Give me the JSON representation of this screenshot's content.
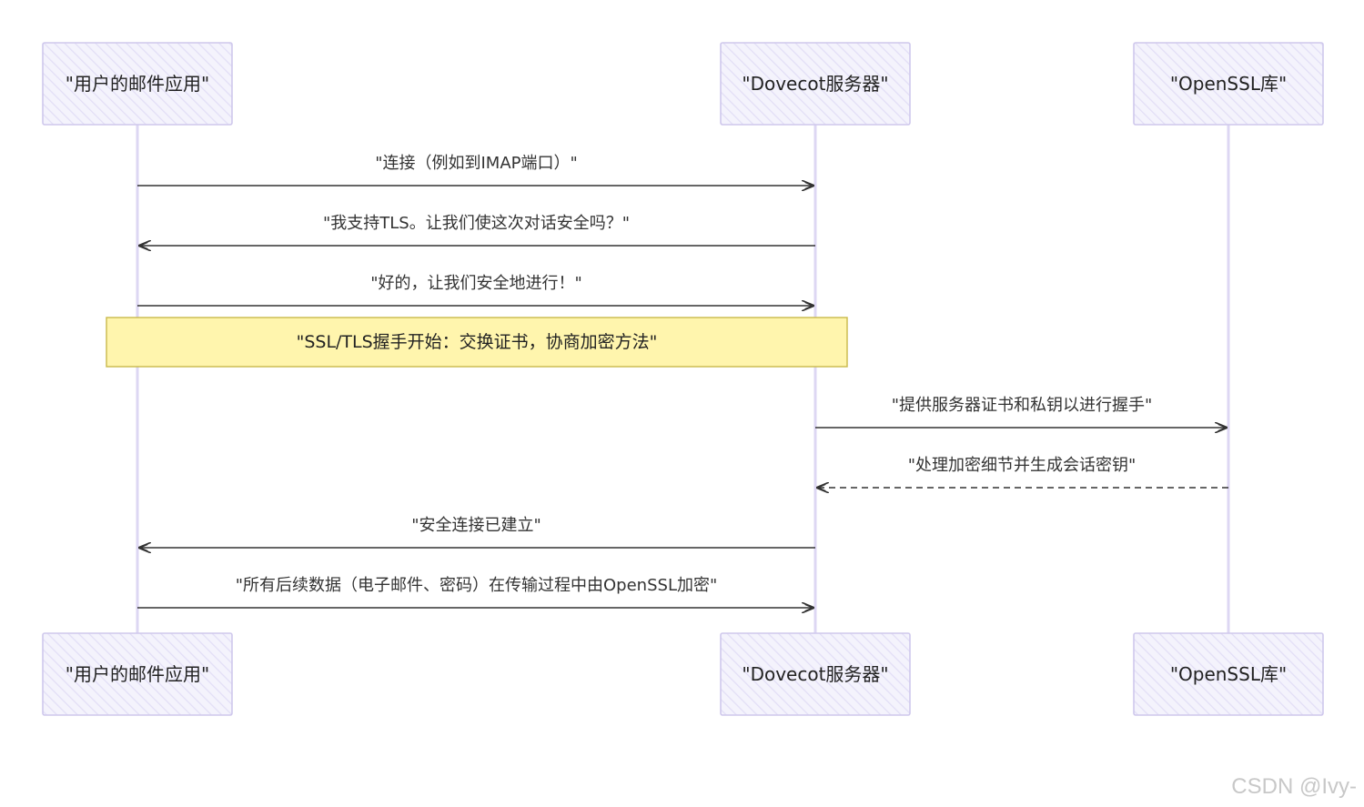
{
  "participants": [
    {
      "id": "user",
      "label": "\"用户的邮件应用\""
    },
    {
      "id": "dovecot",
      "label": "\"Dovecot服务器\""
    },
    {
      "id": "openssl",
      "label": "\"OpenSSL库\""
    }
  ],
  "messages": [
    {
      "from": "user",
      "to": "dovecot",
      "label": "\"连接（例如到IMAP端口）\"",
      "style": "solid"
    },
    {
      "from": "dovecot",
      "to": "user",
      "label": "\"我支持TLS。让我们使这次对话安全吗？\"",
      "style": "solid"
    },
    {
      "from": "user",
      "to": "dovecot",
      "label": "\"好的，让我们安全地进行！\"",
      "style": "solid"
    },
    {
      "from": "dovecot",
      "to": "openssl",
      "label": "\"提供服务器证书和私钥以进行握手\"",
      "style": "solid"
    },
    {
      "from": "openssl",
      "to": "dovecot",
      "label": "\"处理加密细节并生成会话密钥\"",
      "style": "dashed"
    },
    {
      "from": "dovecot",
      "to": "user",
      "label": "\"安全连接已建立\"",
      "style": "solid"
    },
    {
      "from": "user",
      "to": "dovecot",
      "label": "\"所有后续数据（电子邮件、密码）在传输过程中由OpenSSL加密\"",
      "style": "solid"
    }
  ],
  "note": {
    "over": [
      "user",
      "dovecot"
    ],
    "label": "\"SSL/TLS握手开始：交换证书，协商加密方法\""
  },
  "watermark": "CSDN @Ivy-",
  "colors": {
    "actor_fill": "#efeefb",
    "actor_stroke": "#cfc8ec",
    "lifeline": "#ddd7f3",
    "note_fill": "#fff5ad",
    "note_stroke": "#c9b94a",
    "arrow": "#333333"
  }
}
